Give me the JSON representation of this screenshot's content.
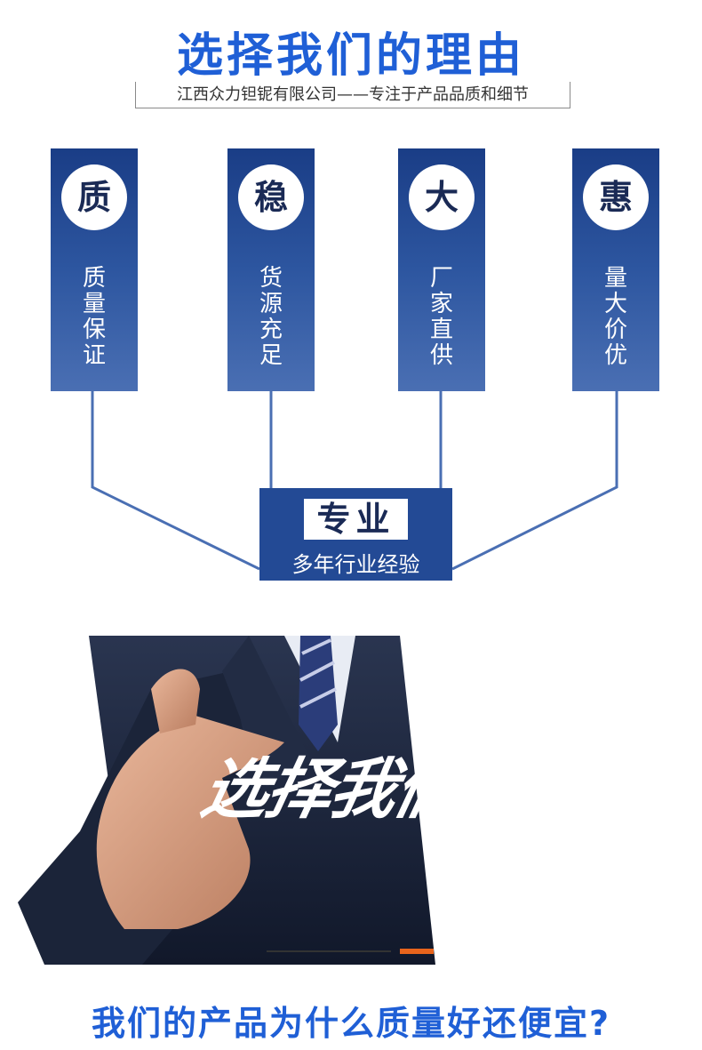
{
  "header": {
    "title": "选择我们的理由",
    "subtitle": "江西众力钽铌有限公司——专注于产品品质和细节"
  },
  "cards": [
    {
      "char": "质",
      "text": "质\n量\n保\n证"
    },
    {
      "char": "稳",
      "text": "货\n源\n充\n足"
    },
    {
      "char": "大",
      "text": "厂\n家\n直\n供"
    },
    {
      "char": "惠",
      "text": "量\n大\n价\n优"
    }
  ],
  "center": {
    "label": "专业",
    "caption": "多年行业经验"
  },
  "banner": {
    "slogan": "选择我们没有错"
  },
  "footer": {
    "question": "我们的产品为什么质量好还便宜?"
  },
  "colors": {
    "accent": "#1f5fd6",
    "card_top": "#1a3d86",
    "card_bottom": "#4a6fb3",
    "line": "#4a6fb3"
  }
}
